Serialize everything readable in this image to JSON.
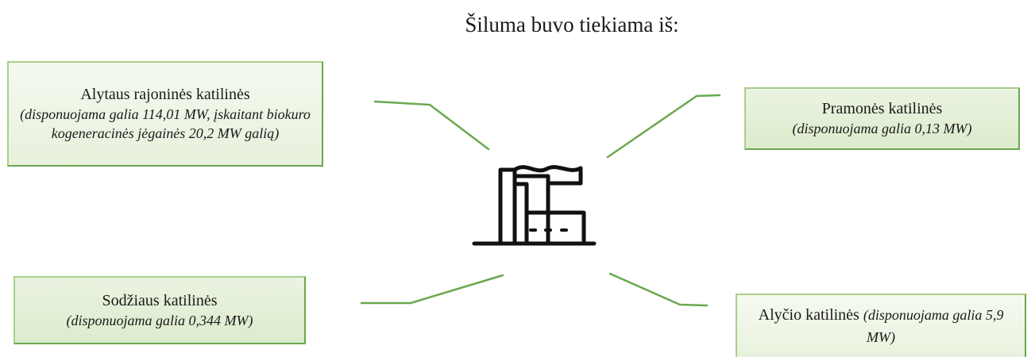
{
  "diagram": {
    "title": "Šiluma buvo tiekiama iš:",
    "icon": "factory-icon",
    "line_color": "#6aa84f",
    "box_border_color": "#6aa84f",
    "box_fill_color": "#e2eed5",
    "sources": [
      {
        "id": "alytaus",
        "name": "Alytaus rajoninės katilinės",
        "description": "(disponuojama galia 114,01 MW, įskaitant biokuro kogeneracinės jėgainės 20,2 MW galią)"
      },
      {
        "id": "pramones",
        "name": "Pramonės katilinės",
        "description": "(disponuojama galia 0,13 MW)"
      },
      {
        "id": "sodziaus",
        "name": "Sodžiaus katilinės",
        "description": "(disponuojama galia 0,344 MW)"
      },
      {
        "id": "alycio",
        "name": "Alyčio katilinės",
        "description": "(disponuojama galia 5,9 MW)"
      }
    ]
  }
}
